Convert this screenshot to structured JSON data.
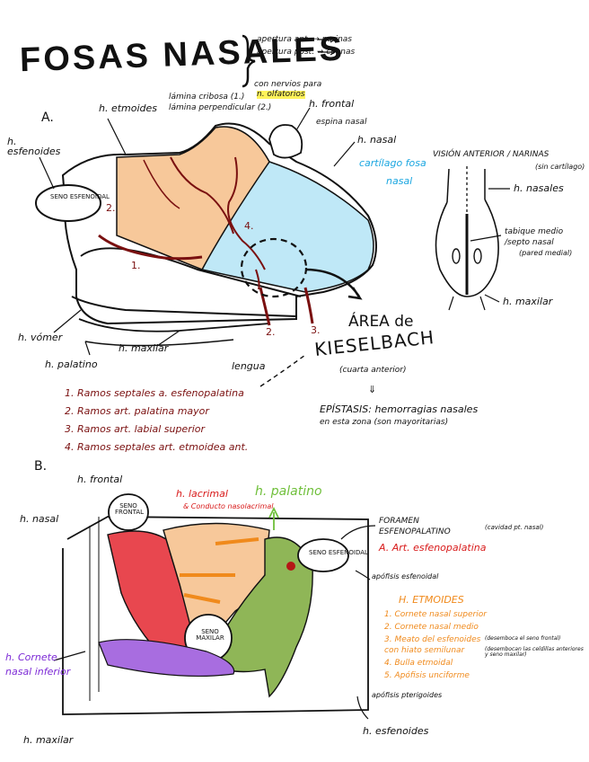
{
  "title": "FOSAS NASALES",
  "title_brace": [
    "apertura ant. → narinas",
    "apertura post. → coanas"
  ],
  "section_a": {
    "marker": "A.",
    "labels": {
      "h_etmoides": "h. etmoides",
      "lamina_cribosa": "lámina cribosa (1.)",
      "lamina_perpendicular": "lámina perpendicular (2.)",
      "con_nervios": "con nervios para",
      "n_olfatorios": "n. olfatorios",
      "h_frontal": "h. frontal",
      "espina_nasal": "espina nasal",
      "h_nasal": "h. nasal",
      "cartilago_line1": "cartílago fosa",
      "cartilago_line2": "nasal",
      "seno_esfenoidal": "SENO ESFENOIDAL",
      "h_esfenoides": "h. esfenoides",
      "h_vomer": "h. vómer",
      "h_maxilar": "h. maxilar",
      "h_palatino": "h. palatino",
      "lengua": "lengua",
      "area_line1": "ÁREA de",
      "area_line2": "KIESELBACH",
      "area_sub": "(cuarta anterior)",
      "epistaxis_line1": "EPÍSTASIS: hemorragias nasales",
      "epistaxis_line2": "en esta zona (son mayoritarias)"
    },
    "numbers": [
      "1.",
      "2.",
      "3.",
      "4."
    ],
    "arteries": [
      "1. Ramos septales a. esfenopalatina",
      "2. Ramos art. palatina mayor",
      "3. Ramos art. labial superior",
      "4. Ramos septales art. etmoidea ant."
    ]
  },
  "vision": {
    "title": "VISIÓN ANTERIOR / NARINAS",
    "sub": "(sin cartílago)",
    "h_nasales": "h. nasales",
    "tabique_line1": "tabique medio",
    "tabique_line2": "/septo nasal",
    "tabique_line3": "(pared medial)",
    "h_maxilar": "h. maxilar"
  },
  "section_b": {
    "marker": "B.",
    "labels": {
      "h_frontal": "h. frontal",
      "seno_frontal": "SENO FRONTAL",
      "h_nasal": "h. nasal",
      "h_lacrimal": "h. lacrimal",
      "conducto": "& Conducto nasolacrimal",
      "h_palatino": "h. palatino",
      "foramen_line1": "FORAMEN",
      "foramen_line2": "ESFENOPALATINO",
      "foramen_note": "(cavidad pt. nasal)",
      "art_esfeno": "A. Art. esfenopalatina",
      "seno_esfenoidal": "SENO ESFENOIDAL",
      "apofisis": "apófisis esfenoidal",
      "h_etmoides": "H. ETMOIDES",
      "etmoides_items": [
        "1. Cornete nasal superior",
        "2. Cornete nasal medio",
        "3. Meato del esfenoides",
        "   con hiato semilunar",
        "4. Bulla etmoidal",
        "5. Apófisis unciforme"
      ],
      "notes_small1": "(desemboca el seno frontal)",
      "notes_small2": "(desembocan las celdillas anteriores y seno maxilar)",
      "seno_maxilar": "SENO MAXILAR",
      "h_cornete_1": "h. Cornete",
      "h_cornete_2": "nasal inferior",
      "apofisis_pterigoides": "apófisis pterigoides",
      "h_esfenoides": "h. esfenoides",
      "h_maxilar": "h. maxilar"
    }
  },
  "colors": {
    "artery": "#7a1010",
    "cartilage": "#bfe8f7",
    "ethmoid": "#f7c89a",
    "lacrimal": "#e8474f",
    "palatine": "#8fb657",
    "turbinate": "#a86de0",
    "orange_text": "#f08a1c",
    "cyan_text": "#1aa6e0"
  }
}
